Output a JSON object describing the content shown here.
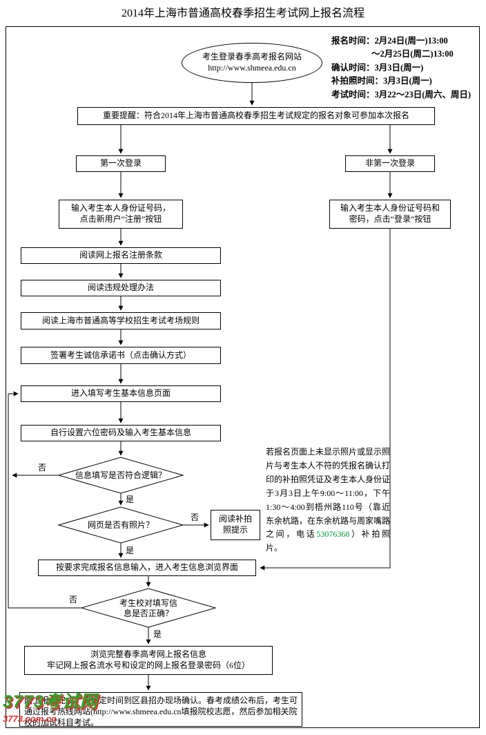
{
  "title": "2014年上海市普通高校春季招生考试网上报名流程",
  "schedule": {
    "line1": "报名时间：2月24日(周一)13:00",
    "line2": "～2月25日(周二)13:00",
    "line3": "确认时间：3月3日(周一)",
    "line4": "补拍照时间：3月3日(周一)",
    "line5": "考试时间：3月22～23日(周六、周日)"
  },
  "nodes": {
    "start_line1": "考生登录春季高考报名网站",
    "start_line2": "http://www.shmeea.edu.cn",
    "notice": "重要提醒：符合2014年上海市普通高校春季招生考试规定的报名对象可参加本次报名",
    "first_login": "第一次登录",
    "not_first_login": "非第一次登录",
    "register_line1": "输入考生本人身份证号码，",
    "register_line2": "点击新用户“注册”按钮",
    "login_line1": "输入考生本人身份证号码和",
    "login_line2": "密码，点击“登录”按钮",
    "read_terms": "阅读网上报名注册条款",
    "read_rules": "阅读违规处理办法",
    "read_exam_rules": "阅读上海市普通高等学校招生考试考场规则",
    "sign_pledge": "签署考生诚信承诺书（点击确认方式）",
    "enter_info_page": "进入填写考生基本信息页面",
    "set_password": "自行设置六位密码及输入考生基本信息",
    "decision_logic": "信息填写是否符合逻辑？",
    "decision_photo": "网页是否有照片？",
    "photo_tip_line1": "阅读补拍",
    "photo_tip_line2": "照提示",
    "complete_input": "按要求完成报名信息输入，进入考生信息浏览界面",
    "decision_check_line1": "考生校对填写信",
    "decision_check_line2": "息是否正确？",
    "browse_line1": "浏览完整春季高考网上报名信息",
    "browse_line2": "牢记网上报名流水号和设定的网上报名登录密码（6位）",
    "end_text": "网上报名完成，按规定时间到区县招办现场确认。春考成绩公布后，考生可通过报考热线网站(http://www.shmeea.edu.cn填报院校志愿，然后参加相关院校的加试科目考试。"
  },
  "labels": {
    "yes": "是",
    "no": "否"
  },
  "side_note": {
    "text_before": "若报名页面上未显示照片或显示照片与考生本人不符的凭报名确认打印的补拍照凭证及考生本人身份证于3月3日上午9:00～11:00，下午1:30～4:00到梧州路110号（靠近东余杭路，在东余杭路与周家嘴路之间，电话",
    "phone": "53076368",
    "text_after": "）补拍照片。"
  },
  "watermark": {
    "line1": "3773考试网",
    "line2": "3773.com.cn"
  },
  "colors": {
    "line": "#000000",
    "phone": "#009933"
  }
}
